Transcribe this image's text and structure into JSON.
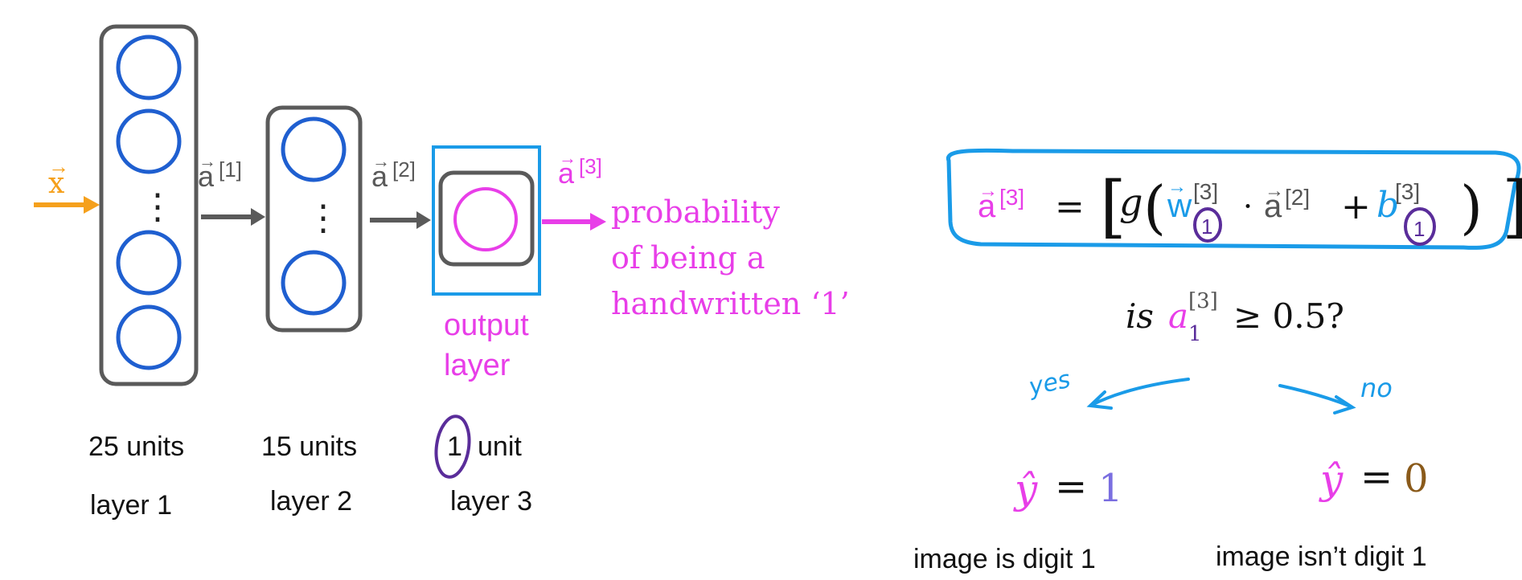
{
  "colors": {
    "orange": "#f5a01c",
    "blue": "#1f5fd0",
    "frame": "#5a5a5a",
    "pink": "#e83ee8",
    "cyan": "#1a9be8",
    "purple": "#5a2d9a",
    "brown": "#8a5a1a",
    "lavender": "#7a6ee0"
  },
  "network": {
    "input": {
      "vec": "x",
      "arrow_symbol": "→"
    },
    "arrows": [
      {
        "name": "a",
        "sup": "[1]"
      },
      {
        "name": "a",
        "sup": "[2]"
      },
      {
        "name": "a",
        "sup": "[3]"
      }
    ],
    "output_box_label_1": "output",
    "output_box_label_2": "layer",
    "probability_lines": [
      "probability",
      "of being a",
      "handwritten ‘1’"
    ],
    "layers": [
      {
        "units": "25 units",
        "name": "layer 1"
      },
      {
        "units": "15 units",
        "name": "layer 2"
      },
      {
        "units_num": "1",
        "units_word": "unit",
        "name": "layer 3"
      }
    ],
    "vdots": "⋮"
  },
  "equation": {
    "lhs_name": "a",
    "lhs_sup": "[3]",
    "equals": "=",
    "open_bracket": "[",
    "g": "g",
    "open_paren": "(",
    "w": "w",
    "w_sup": "[3]",
    "w_sub": "1",
    "dot": "·",
    "a_name": "a",
    "a_sup": "[2]",
    "plus": "+",
    "b": "b",
    "b_sup": "[3]",
    "b_sub": "1",
    "close_paren": ")",
    "close_bracket": "]"
  },
  "decision": {
    "is": "is",
    "a": "a",
    "a_sup": "[3]",
    "a_sub": "1",
    "cmp": "≥ 0.5?",
    "yes": "yes",
    "no": "no",
    "yes_result_y": "ŷ",
    "yes_result_eq": "=",
    "yes_result_val": "1",
    "no_result_y": "ŷ",
    "no_result_eq": "=",
    "no_result_val": "0",
    "yes_caption": "image is digit 1",
    "no_caption": "image isn’t digit 1"
  }
}
